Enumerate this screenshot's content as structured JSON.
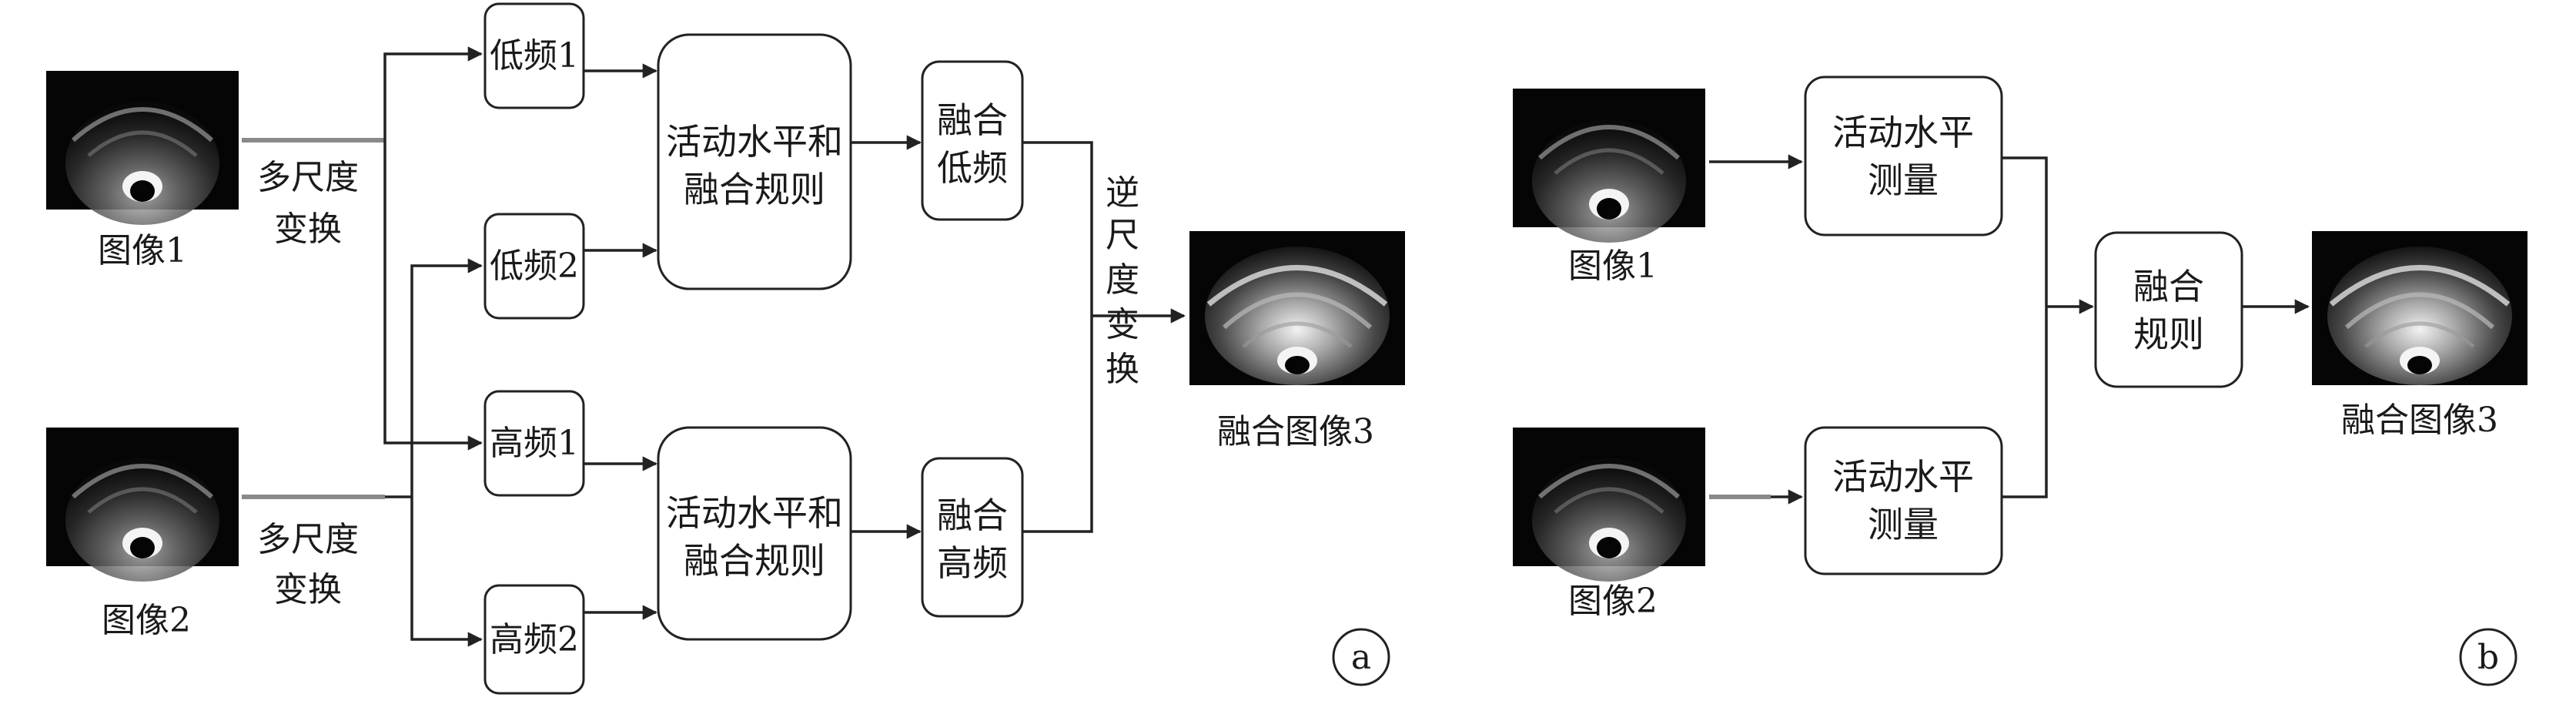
{
  "panel_a": {
    "image1_label": "图像1",
    "image2_label": "图像2",
    "transform_label": [
      "多尺度",
      "变换"
    ],
    "low1": "低频1",
    "low2": "低频2",
    "high1": "高频1",
    "high2": "高频2",
    "rule_box_top": [
      "活动水平和",
      "融合规则"
    ],
    "rule_box_bottom": [
      "活动水平和",
      "融合规则"
    ],
    "fuse_low": [
      "融合",
      "低频"
    ],
    "fuse_high": [
      "融合",
      "高频"
    ],
    "inverse_label": [
      "逆",
      "尺",
      "度",
      "变",
      "换"
    ],
    "output_label": "融合图像3",
    "marker": "a"
  },
  "panel_b": {
    "image1_label": "图像1",
    "image2_label": "图像2",
    "activity_top": [
      "活动水平",
      "测量"
    ],
    "activity_bottom": [
      "活动水平",
      "测量"
    ],
    "fusion_rule": [
      "融合",
      "规则"
    ],
    "output_label": "融合图像3",
    "marker": "b"
  }
}
